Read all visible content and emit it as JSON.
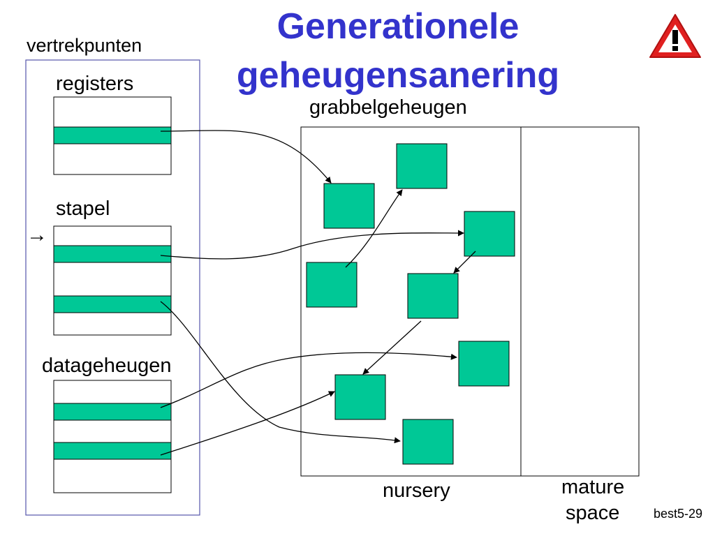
{
  "title": {
    "line1": "Generationele",
    "line2": "geheugensanering"
  },
  "labels": {
    "roots": "vertrekpunten",
    "registers": "registers",
    "stack": "stapel",
    "data": "datageheugen",
    "heap": "grabbelgeheugen",
    "nursery": "nursery",
    "mature_line1": "mature",
    "mature_line2": "space",
    "slide_number": "best5-29"
  },
  "stack_pointer_glyph": "→",
  "icons": {
    "warning": "warning-icon"
  },
  "colors": {
    "title": "#3333cc",
    "object_fill": "#00c896",
    "roots_border": "#5555aa",
    "warning_red": "#e02020",
    "line": "#000000"
  }
}
